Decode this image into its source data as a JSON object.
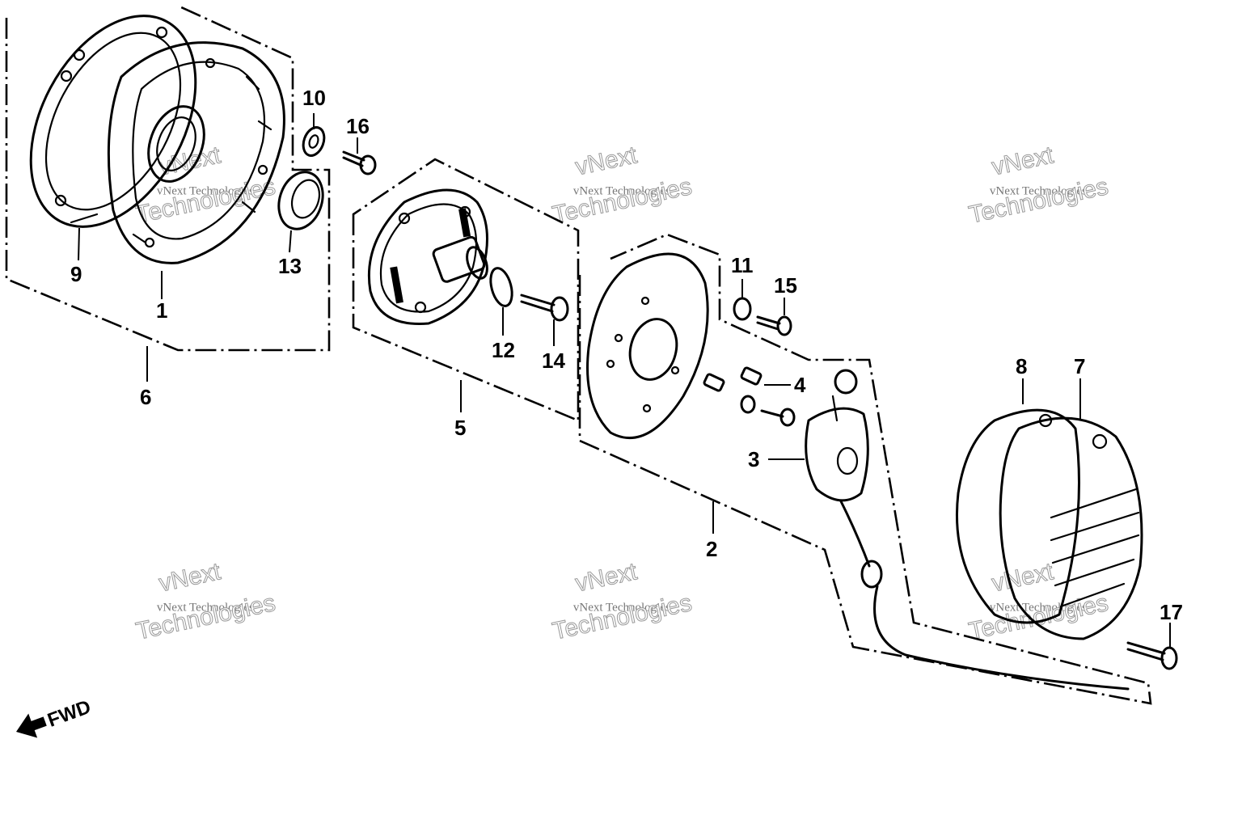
{
  "labels": {
    "p1": "1",
    "p2": "2",
    "p3": "3",
    "p4": "4",
    "p5": "5",
    "p6": "6",
    "p7": "7",
    "p8": "8",
    "p9": "9",
    "p10": "10",
    "p11": "11",
    "p12": "12",
    "p13": "13",
    "p14": "14",
    "p15": "15",
    "p16": "16",
    "p17": "17"
  },
  "direction": {
    "text": "FWD"
  },
  "watermark": {
    "small": "vNext Technologies",
    "top": "vNext",
    "bottom": "Technologies"
  }
}
